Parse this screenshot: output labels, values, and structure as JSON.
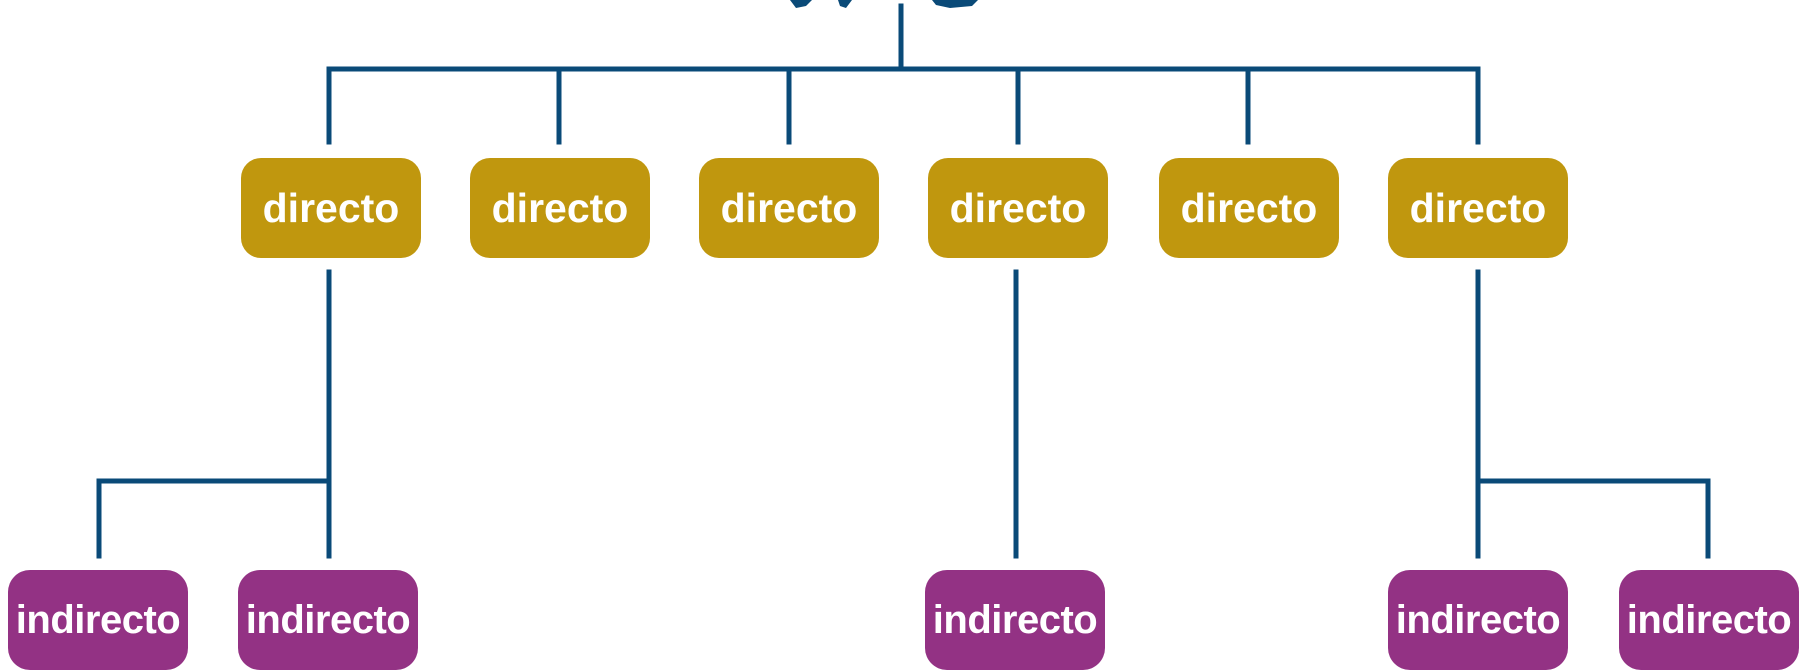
{
  "colors": {
    "connector": "#0a4a78",
    "direct_node": "#c0970e",
    "indirect_node": "#933284",
    "node_text": "#ffffff"
  },
  "top_node": {
    "icon": "cropped-root-glyph"
  },
  "direct_nodes": [
    {
      "label": "directo"
    },
    {
      "label": "directo"
    },
    {
      "label": "directo"
    },
    {
      "label": "directo"
    },
    {
      "label": "directo"
    },
    {
      "label": "directo"
    }
  ],
  "indirect_nodes": [
    {
      "label": "indirecto",
      "parent": 0
    },
    {
      "label": "indirecto",
      "parent": 0
    },
    {
      "label": "indirecto",
      "parent": 3
    },
    {
      "label": "indirecto",
      "parent": 5
    },
    {
      "label": "indirecto",
      "parent": 5
    }
  ]
}
